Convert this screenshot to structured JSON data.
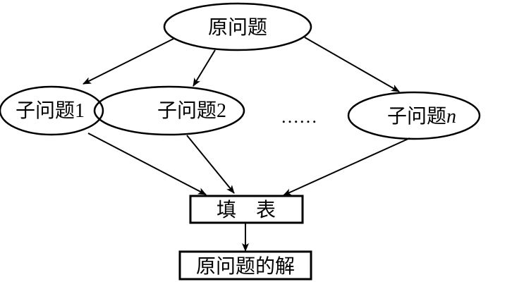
{
  "diagram": {
    "root": {
      "label": "原问题"
    },
    "subproblems": [
      {
        "prefix": "子问题",
        "suffix": "1"
      },
      {
        "prefix": "子问题",
        "suffix": "2"
      },
      {
        "prefix": "子问题",
        "suffix": "n"
      }
    ],
    "ellipsis": "……",
    "table": {
      "label": "填　表"
    },
    "solution": {
      "label": "原问题的解"
    }
  },
  "colors": {
    "stroke": "#000000",
    "background": "#ffffff"
  }
}
